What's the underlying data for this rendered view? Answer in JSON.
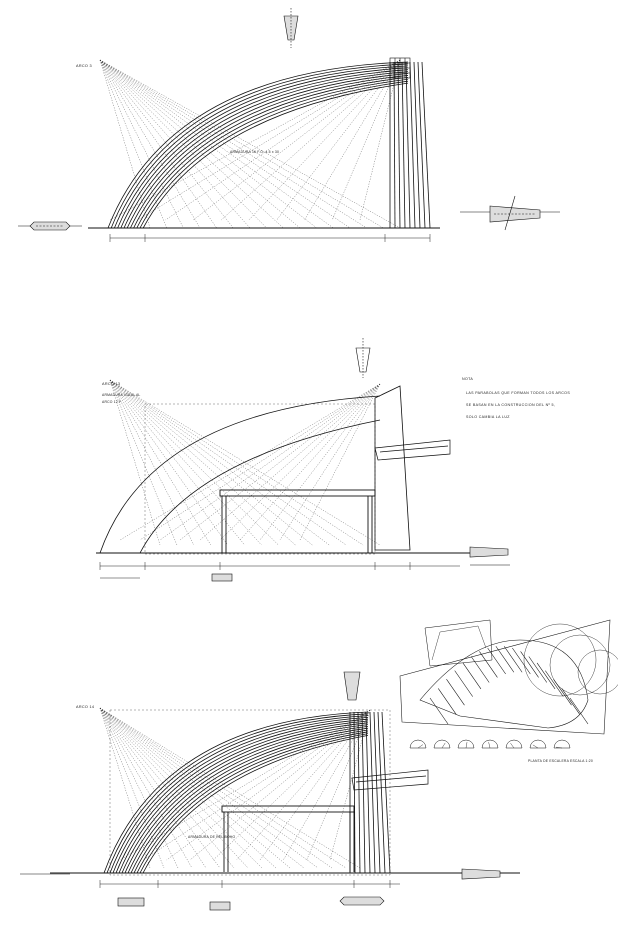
{
  "sheet": {
    "panels": [
      {
        "id": "arco-top",
        "title": "ARCO 3",
        "notes": [
          "ARMADURA 16 F.O. 4.5 x 30"
        ]
      },
      {
        "id": "arco-middle",
        "title": "ARCO 13",
        "notes": [
          "ARMADURA  IGUAL AL",
          "ARCO 12 F."
        ]
      },
      {
        "id": "arco-bottom",
        "title": "ARCO 14",
        "notes": [
          "ARMADURA DE REL.BOHO"
        ]
      }
    ],
    "note_block": {
      "heading": "NOTA",
      "lines": [
        "LAS PARABOLAS QUE FORMAN TODOS LOS ARCOS",
        "SE BASAN EN LA CONSTRUCCION DEL Nº 5,",
        "SOLO CAMBIA LA LUZ"
      ]
    },
    "footer_caption": "PLANTA DE ESCALERA  ESCALA 1:20"
  }
}
